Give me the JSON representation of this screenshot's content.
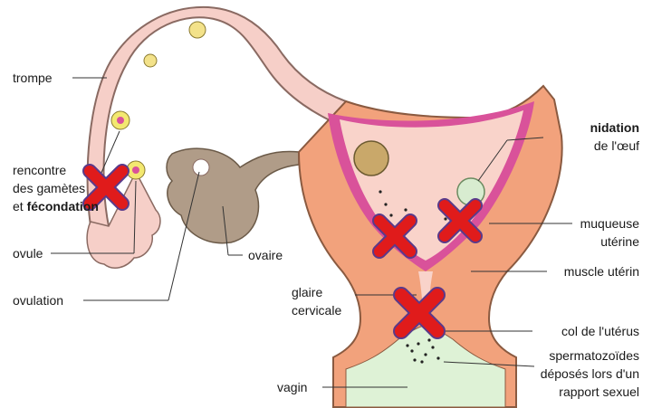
{
  "colors": {
    "tube_fill": "#f6cfc8",
    "tube_stroke": "#8a6a62",
    "uterus_muscle": "#f2a27c",
    "uterus_lumen": "#f9d3ca",
    "mucosa": "#d9529a",
    "vagina_fill": "#def2d6",
    "ovary_fill": "#b09c88",
    "cross": "#e01b1b",
    "cross_outline": "#5a3a8a"
  },
  "labels": {
    "trompe": "trompe",
    "rencontre_line1": "rencontre",
    "rencontre_line2": "des gamètes",
    "rencontre_line3_prefix": "et ",
    "rencontre_line3_bold": "fécondation",
    "ovule": "ovule",
    "ovulation": "ovulation",
    "ovaire": "ovaire",
    "nidation_bold": "nidation",
    "nidation_line2": "de l'œuf",
    "muqueuse_line1": "muqueuse",
    "muqueuse_line2": "utérine",
    "muscle": "muscle utérin",
    "glaire_line1": "glaire",
    "glaire_line2": "cervicale",
    "col": "col de l'utérus",
    "vagin": "vagin",
    "sperm_line1": "spermatozoïdes",
    "sperm_line2": "déposés lors d'un",
    "sperm_line3": "rapport sexuel"
  },
  "crosses": [
    {
      "name": "cross-fecondation"
    },
    {
      "name": "cross-uterus-left"
    },
    {
      "name": "cross-nidation"
    },
    {
      "name": "cross-cervix"
    }
  ]
}
